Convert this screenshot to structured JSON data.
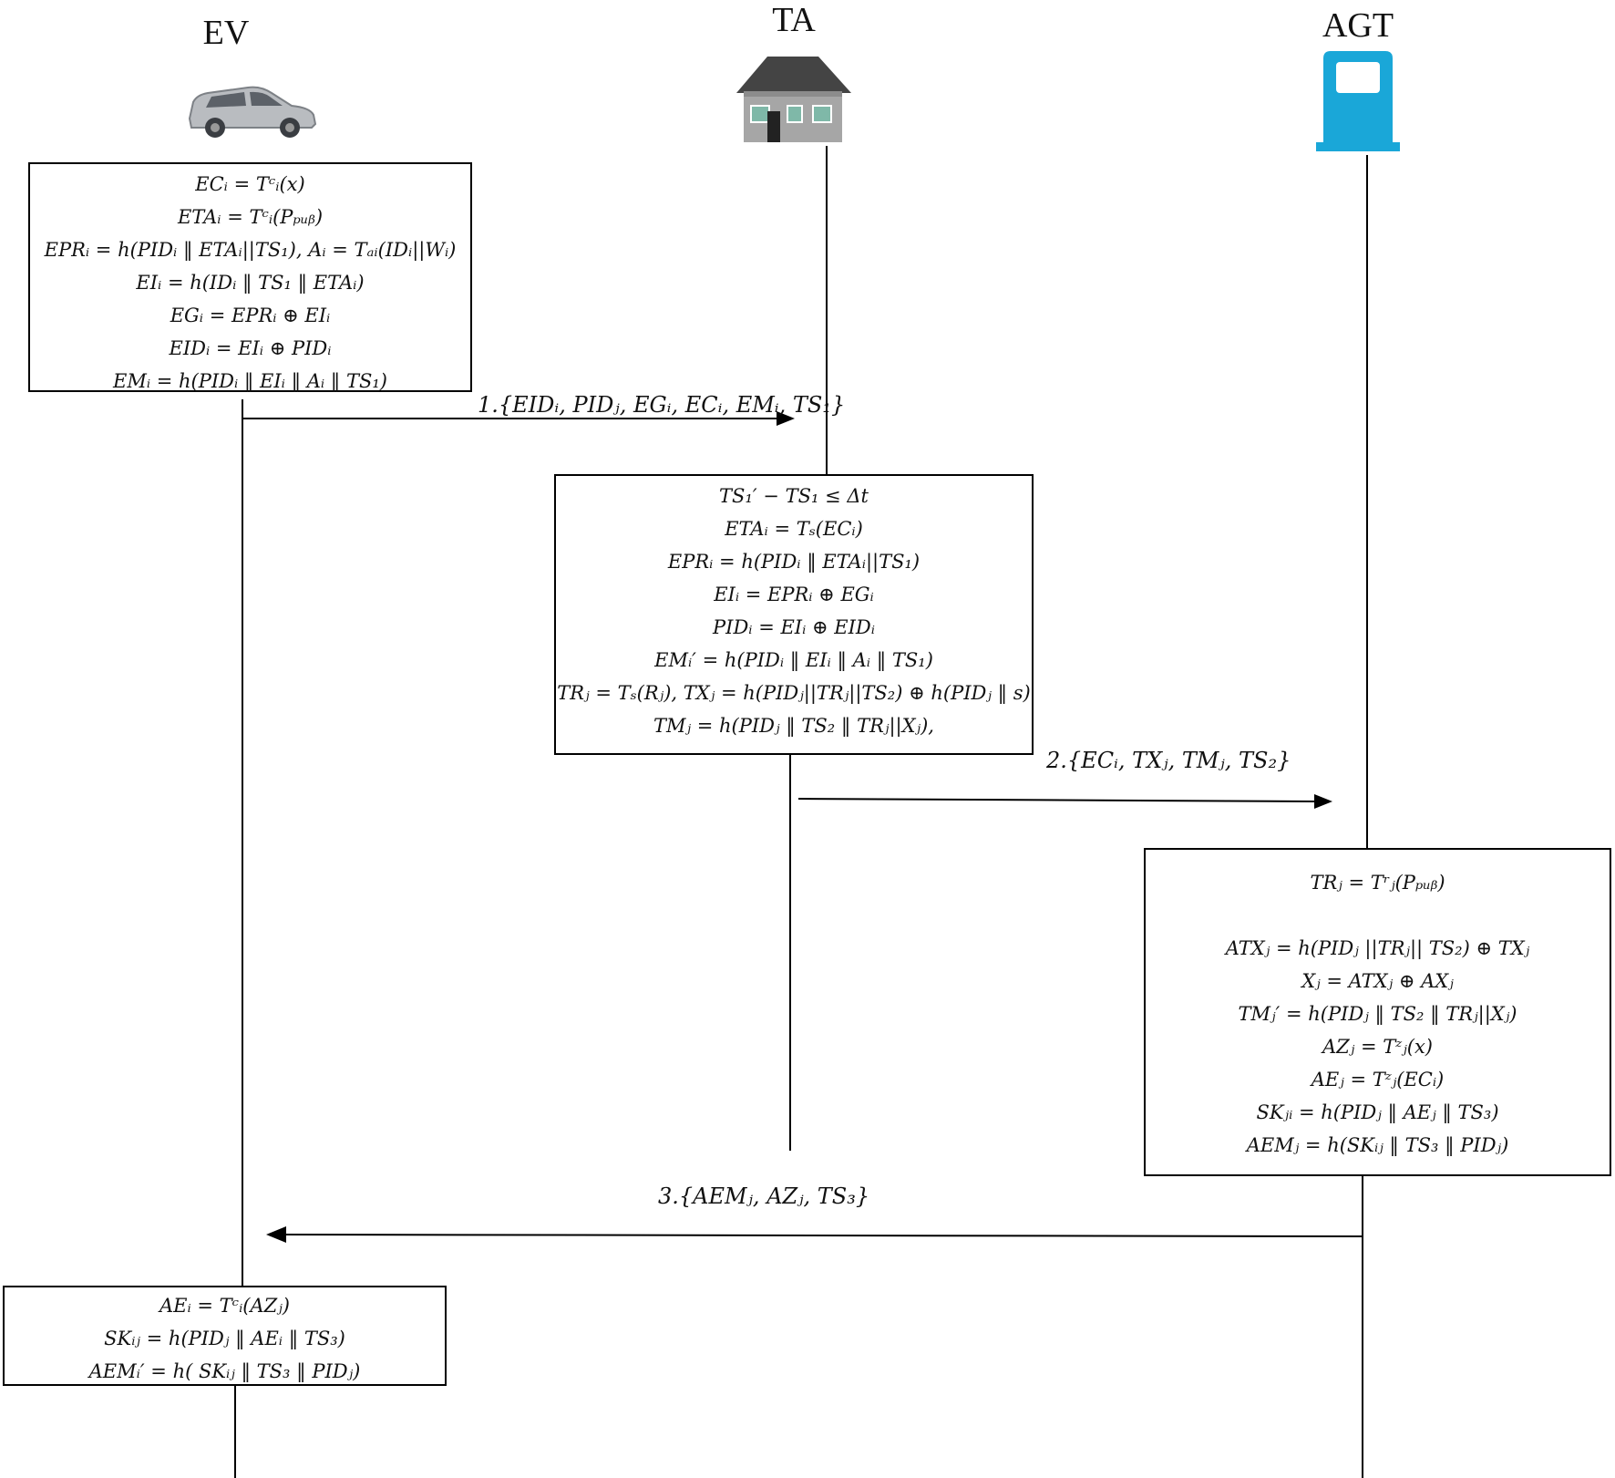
{
  "actors": {
    "ev": "EV",
    "ta": "TA",
    "agt": "AGT"
  },
  "icons": {
    "ev": "car-icon",
    "ta": "house-icon",
    "agt": "fuel-station-icon"
  },
  "boxes": {
    "ev_registration": [
      "ECᵢ = Tᶜᵢ(x)",
      "ETAᵢ = Tᶜᵢ(Pₚᵤᵦ)",
      "EPRᵢ = h(PIDᵢ ‖ ETAᵢ||TS₁), Aᵢ = Tₐᵢ(IDᵢ||Wᵢ)",
      "EIᵢ = h(IDᵢ ‖ TS₁ ‖ ETAᵢ)",
      "EGᵢ = EPRᵢ ⊕ EIᵢ",
      "EIDᵢ = EIᵢ ⊕ PIDᵢ",
      "EMᵢ = h(PIDᵢ ‖ EIᵢ ‖ Aᵢ ‖ TS₁)"
    ],
    "ta_verification": [
      "TS₁′ − TS₁ ≤ Δt",
      "ETAᵢ = Tₛ(ECᵢ)",
      "EPRᵢ = h(PIDᵢ ‖ ETAᵢ||TS₁)",
      "EIᵢ = EPRᵢ ⊕ EGᵢ",
      "PIDᵢ = EIᵢ ⊕ EIDᵢ",
      "EMᵢ′ = h(PIDᵢ ‖ EIᵢ ‖ Aᵢ ‖ TS₁)",
      "TRⱼ = Tₛ(Rⱼ), TXⱼ = h(PIDⱼ||TRⱼ||TS₂) ⊕ h(PIDⱼ ‖ s)",
      "TMⱼ = h(PIDⱼ ‖ TS₂ ‖ TRⱼ||Xⱼ),"
    ],
    "agt_processing": [
      "TRⱼ = Tʳⱼ(Pₚᵤᵦ)",
      "",
      "ATXⱼ = h(PIDⱼ ||TRⱼ|| TS₂) ⊕ TXⱼ",
      "Xⱼ = ATXⱼ ⊕ AXⱼ",
      "TMⱼ′ = h(PIDⱼ ‖ TS₂ ‖ TRⱼ||Xⱼ)",
      "AZⱼ = Tᶻⱼ(x)",
      "AEⱼ = Tᶻⱼ(ECᵢ)",
      "SKⱼᵢ = h(PIDⱼ ‖ AEⱼ ‖ TS₃)",
      "AEMⱼ = h(SKᵢⱼ ‖ TS₃ ‖ PIDⱼ)"
    ],
    "ev_session_key": [
      "AEᵢ = Tᶜᵢ(AZⱼ)",
      "SKᵢⱼ = h(PIDⱼ ‖ AEᵢ ‖ TS₃)",
      "AEMᵢ′ = h( SKᵢⱼ ‖ TS₃ ‖ PIDⱼ)"
    ]
  },
  "messages": {
    "m1": "1.{EIDᵢ, PIDⱼ, EGᵢ, ECᵢ, EMᵢ, TS₁}",
    "m2": "2.{ECᵢ, TXⱼ, TMⱼ, TS₂}",
    "m3": "3.{AEMⱼ, AZⱼ, TS₃}"
  },
  "colors": {
    "car_body": "#b9bcc0",
    "house_roof": "#444444",
    "house_wall": "#a6a6a6",
    "window": "#7fb8a8",
    "pump": "#1aa7d8"
  }
}
